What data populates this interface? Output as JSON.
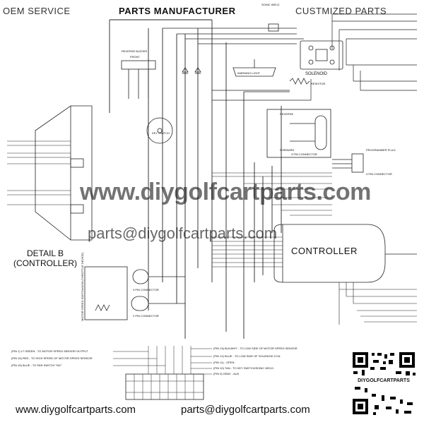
{
  "banner": {
    "oem": "OEM SERVICE",
    "parts": "PARTS MANUFACTURER",
    "custom": "CUSTMIZED PARTS"
  },
  "labels": {
    "detail_b": "DETAIL B",
    "detail_b_sub": "(CONTROLLER)",
    "controller": "CONTROLLER",
    "solenoid": "SOLENOID",
    "warning_light": "WARNING LIGHT",
    "reverse_buzzer": "REVERSE BUZZER",
    "reverse_buzzer_sub": "FRONT",
    "key_switch": "KEY SWITCH",
    "reverse": "REVERSE",
    "forward": "FORWARD",
    "pin3_connector": "3 PIN CONNECTOR",
    "programmer_plug": "PROGRAMMER PLUG",
    "pin4_connector": "4 PIN CONNECTOR",
    "pin2_connector": "2 PIN CONNECTOR",
    "pin3_connector_b": "3 PIN CONNECTOR",
    "motor_speed_switch": "MOTOR SPEED SWITCH/ASM (THROTTLE DEVICE)",
    "sonic_weld": "SONIC WELD",
    "resistor": "RESISTOR"
  },
  "pin_notes_left": [
    "(PIN 1) LT GREEN - TO MOTOR SPEED SENSOR OUTPUT",
    "(PIN 15) RED - TO HIGH SPEED OF MOTOR SPEED SENSOR",
    "(PIN 16) BLUE - TO PAR SWITCH \"NO\""
  ],
  "pin_notes_right": [
    "(PIN 13) BLK/WHT - TO LOW SIDE OF MOTOR SPEED SENSOR",
    "(PIN 12) BLUE - TO LOW SIDE OF SOLENOID COIL",
    "(PIN 11) - OPEN",
    "(PIN 10) TAN - TO KEY SWITCH/SONIC WELD",
    "(PIN 9) GRAY - AUX"
  ],
  "watermark": {
    "site": "www.diygolfcartparts.com",
    "email": "parts@diygolfcartparts.com"
  },
  "footer": {
    "site": "www.diygolfcartparts.com",
    "email": "parts@diygolfcartparts.com"
  },
  "qr": {
    "caption": "DIYGOLFCARTPARTS"
  }
}
